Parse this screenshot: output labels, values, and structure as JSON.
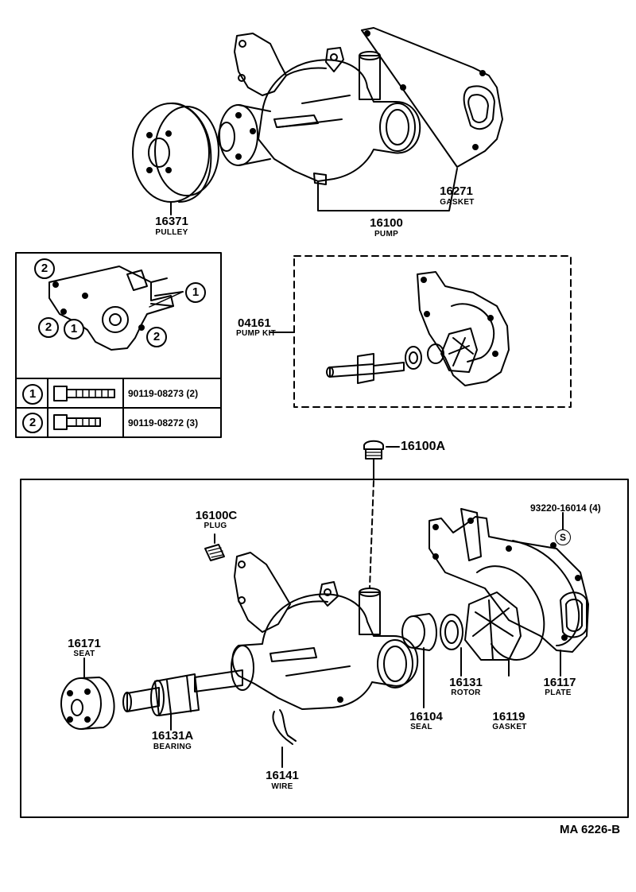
{
  "top": {
    "pulley": {
      "num": "16371",
      "name": "PULLEY"
    },
    "pump": {
      "num": "16100",
      "name": "PUMP"
    },
    "gasket": {
      "num": "16271",
      "name": "GASKET"
    }
  },
  "bolt_table": {
    "rows": [
      {
        "mark": "1",
        "part": "90119-08273 (2)"
      },
      {
        "mark": "2",
        "part": "90119-08272 (3)"
      }
    ],
    "callouts": [
      "2",
      "1",
      "2",
      "1",
      "2"
    ]
  },
  "kit": {
    "num": "04161",
    "name": "PUMP KIT"
  },
  "main": {
    "drain_plug": {
      "num": "16100A"
    },
    "plug": {
      "num": "16100C",
      "name": "PLUG"
    },
    "screw": {
      "num": "93220-16014 (4)",
      "mark": "S"
    },
    "seat": {
      "num": "16171",
      "name": "SEAT"
    },
    "bearing": {
      "num": "16131A",
      "name": "BEARING"
    },
    "wire": {
      "num": "16141",
      "name": "WIRE"
    },
    "seal": {
      "num": "16104",
      "name": "SEAL"
    },
    "rotor": {
      "num": "16131",
      "name": "ROTOR"
    },
    "gasket": {
      "num": "16119",
      "name": "GASKET"
    },
    "plate": {
      "num": "16117",
      "name": "PLATE"
    }
  },
  "footer": {
    "code": "MA 6226-B"
  }
}
